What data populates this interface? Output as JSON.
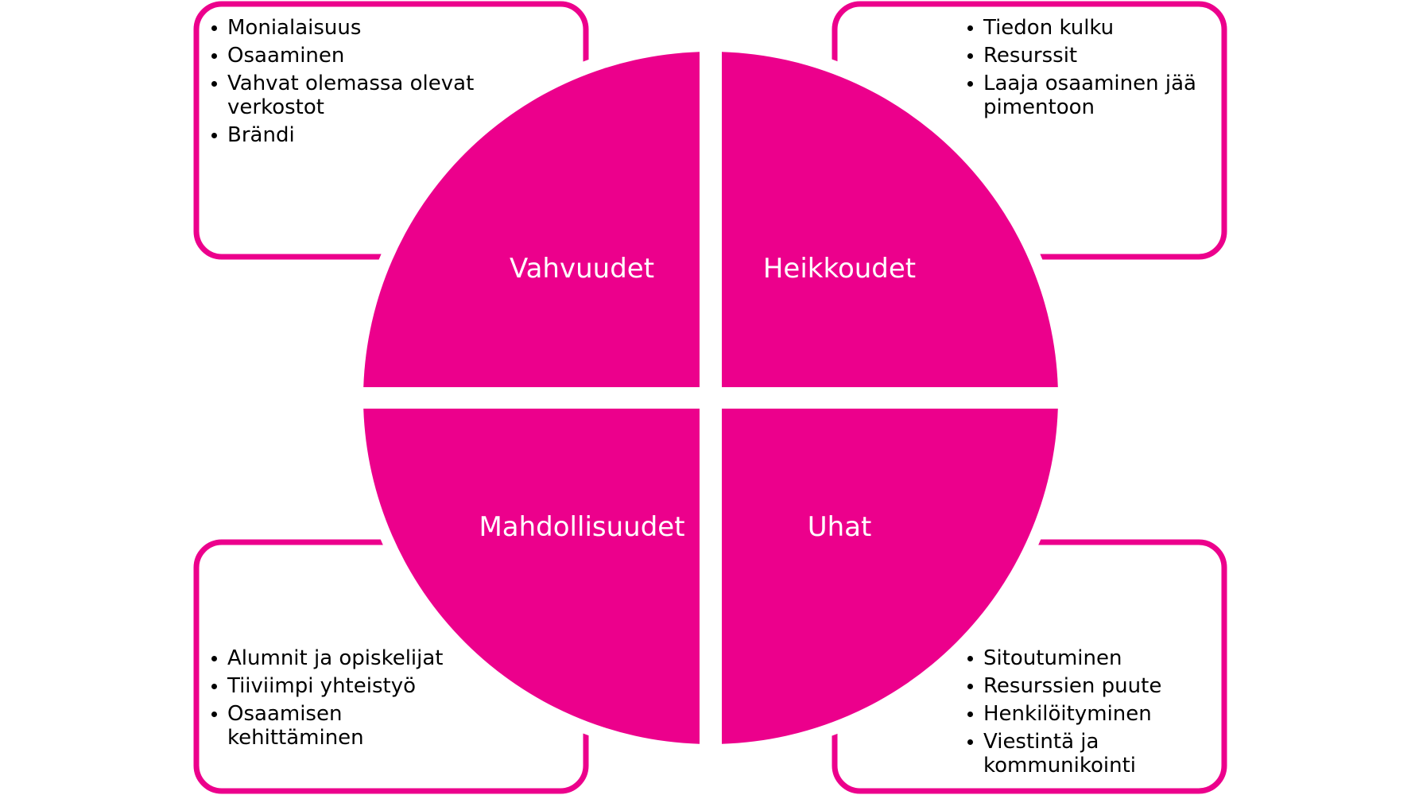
{
  "colors": {
    "accent": "#ec008c",
    "text": "#000000",
    "label_text": "#ffffff",
    "background": "#ffffff"
  },
  "quadrants": {
    "strengths": {
      "label": "Vahvuudet",
      "items": [
        "Monialaisuus",
        "Osaaminen",
        "Vahvat olemassa olevat verkostot",
        "Brändi"
      ]
    },
    "weaknesses": {
      "label": "Heikkoudet",
      "items": [
        "Tiedon kulku",
        "Resurssit",
        "Laaja osaaminen jää pimentoon"
      ]
    },
    "opportunities": {
      "label": "Mahdollisuudet",
      "items": [
        "Alumnit ja opiskelijat",
        "Tiiviimpi yhteistyö",
        "Osaamisen kehittäminen"
      ]
    },
    "threats": {
      "label": "Uhat",
      "items": [
        "Sitoutuminen",
        "Resurssien puute",
        "Henkilöityminen",
        "Viestintä ja kommunikointi"
      ]
    }
  }
}
